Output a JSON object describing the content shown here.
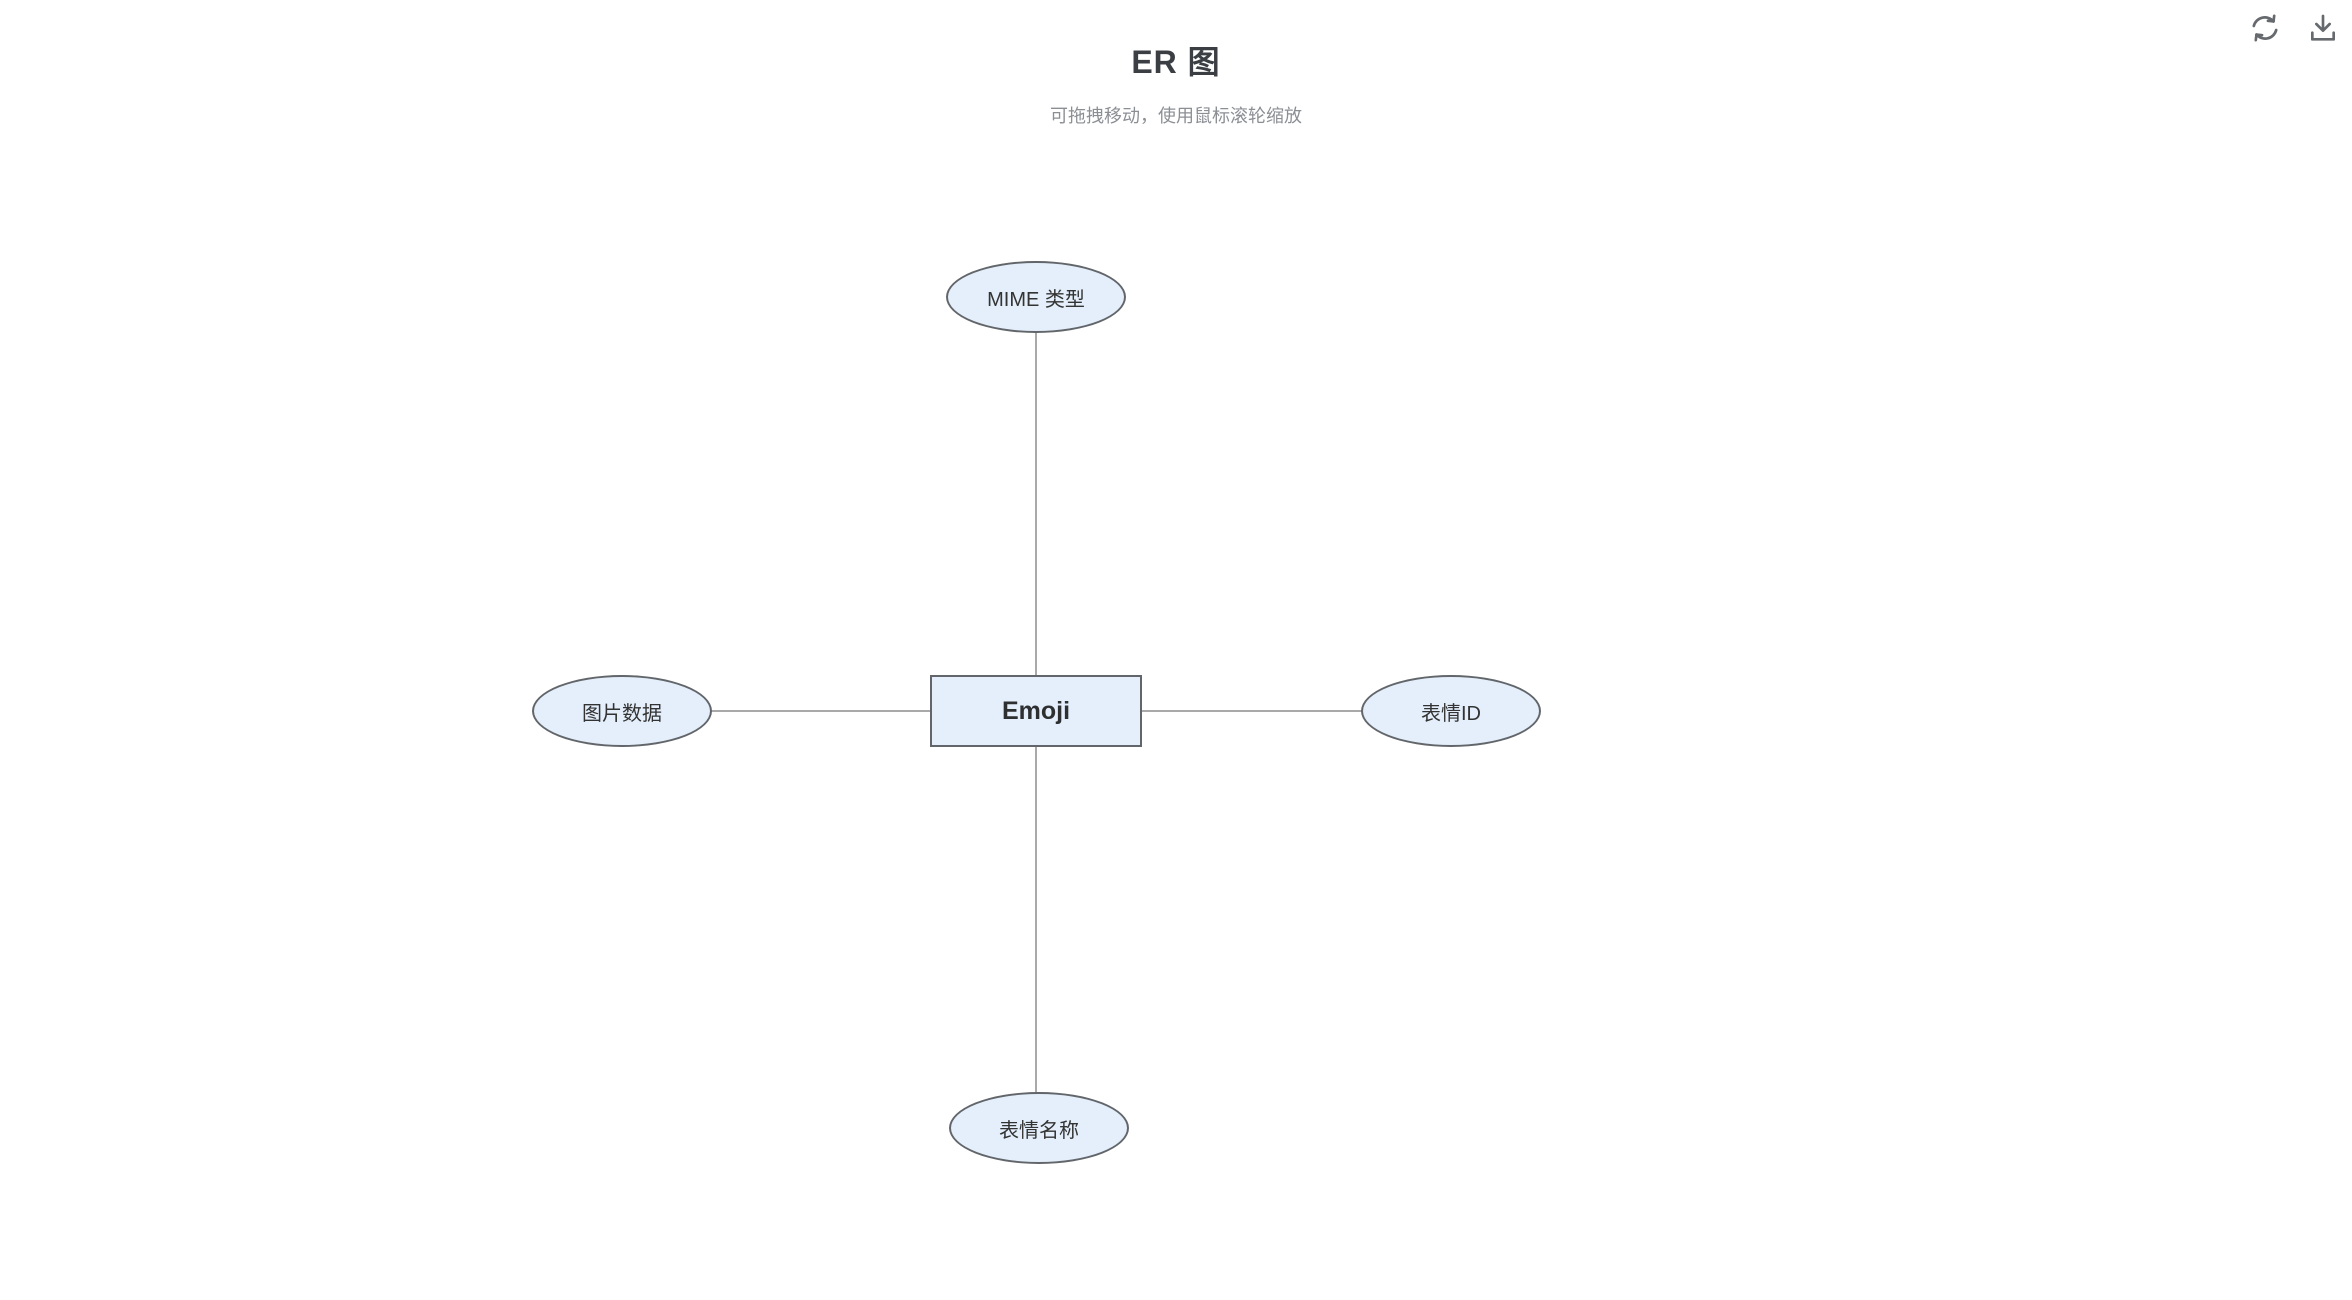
{
  "header": {
    "title": "ER 图",
    "subtitle": "可拖拽移动，使用鼠标滚轮缩放"
  },
  "toolbar": {
    "buttons": [
      {
        "name": "refresh",
        "icon": "refresh-icon"
      },
      {
        "name": "download",
        "icon": "download-icon"
      }
    ]
  },
  "diagram": {
    "type": "er-diagram",
    "entity": {
      "label": "Emoji",
      "shape": "rectangle"
    },
    "attributes": [
      {
        "label": "MIME 类型",
        "shape": "ellipse",
        "position": "top"
      },
      {
        "label": "图片数据",
        "shape": "ellipse",
        "position": "left"
      },
      {
        "label": "表情ID",
        "shape": "ellipse",
        "position": "right"
      },
      {
        "label": "表情名称",
        "shape": "ellipse",
        "position": "bottom"
      }
    ],
    "connectors": [
      {
        "from": "Emoji",
        "to": "MIME 类型"
      },
      {
        "from": "Emoji",
        "to": "图片数据"
      },
      {
        "from": "Emoji",
        "to": "表情ID"
      },
      {
        "from": "Emoji",
        "to": "表情名称"
      }
    ],
    "colors": {
      "node_fill": "#e4effb",
      "node_border": "#62666a",
      "connector": "#a9a9a9",
      "title_text": "#3b3f44",
      "subtitle_text": "#8b8f94",
      "icon": "#666a6e"
    }
  }
}
